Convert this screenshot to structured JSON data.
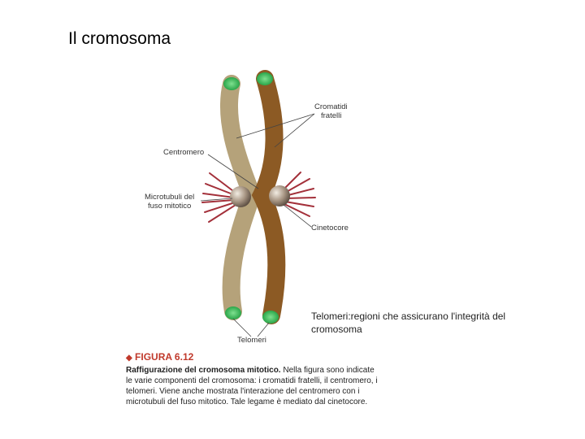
{
  "title": "Il cromosoma",
  "labels": {
    "cromatidi_line1": "Cromatidi",
    "cromatidi_line2": "fratelli",
    "centromero": "Centromero",
    "microtubuli_line1": "Microtubuli del",
    "microtubuli_line2": "fuso mitotico",
    "cinetocore": "Cinetocore",
    "telomeri": "Telomeri"
  },
  "note": "Telomeri:regioni che assicurano l'integrità del cromosoma",
  "caption": {
    "marker": "◆",
    "figure_label": "FIGURA 6.12",
    "heading": "Raffigurazione del cromosoma mitotico.",
    "body": " Nella figura sono indicate le varie componenti del cromosoma: i cromatidi fratelli, il centromero, i telomeri. Viene anche mostrata l'interazione del centromero con i microtubuli del fuso mitotico. Tale legame è mediato dal cinetocore."
  },
  "colors": {
    "left_chromatid": "#b5a27a",
    "right_chromatid": "#8c5a24",
    "telomere": "#3dbb5a",
    "microtubule": "#a3303a",
    "kinetochore": "#8a7a6a",
    "caption_accent": "#c0392b"
  }
}
